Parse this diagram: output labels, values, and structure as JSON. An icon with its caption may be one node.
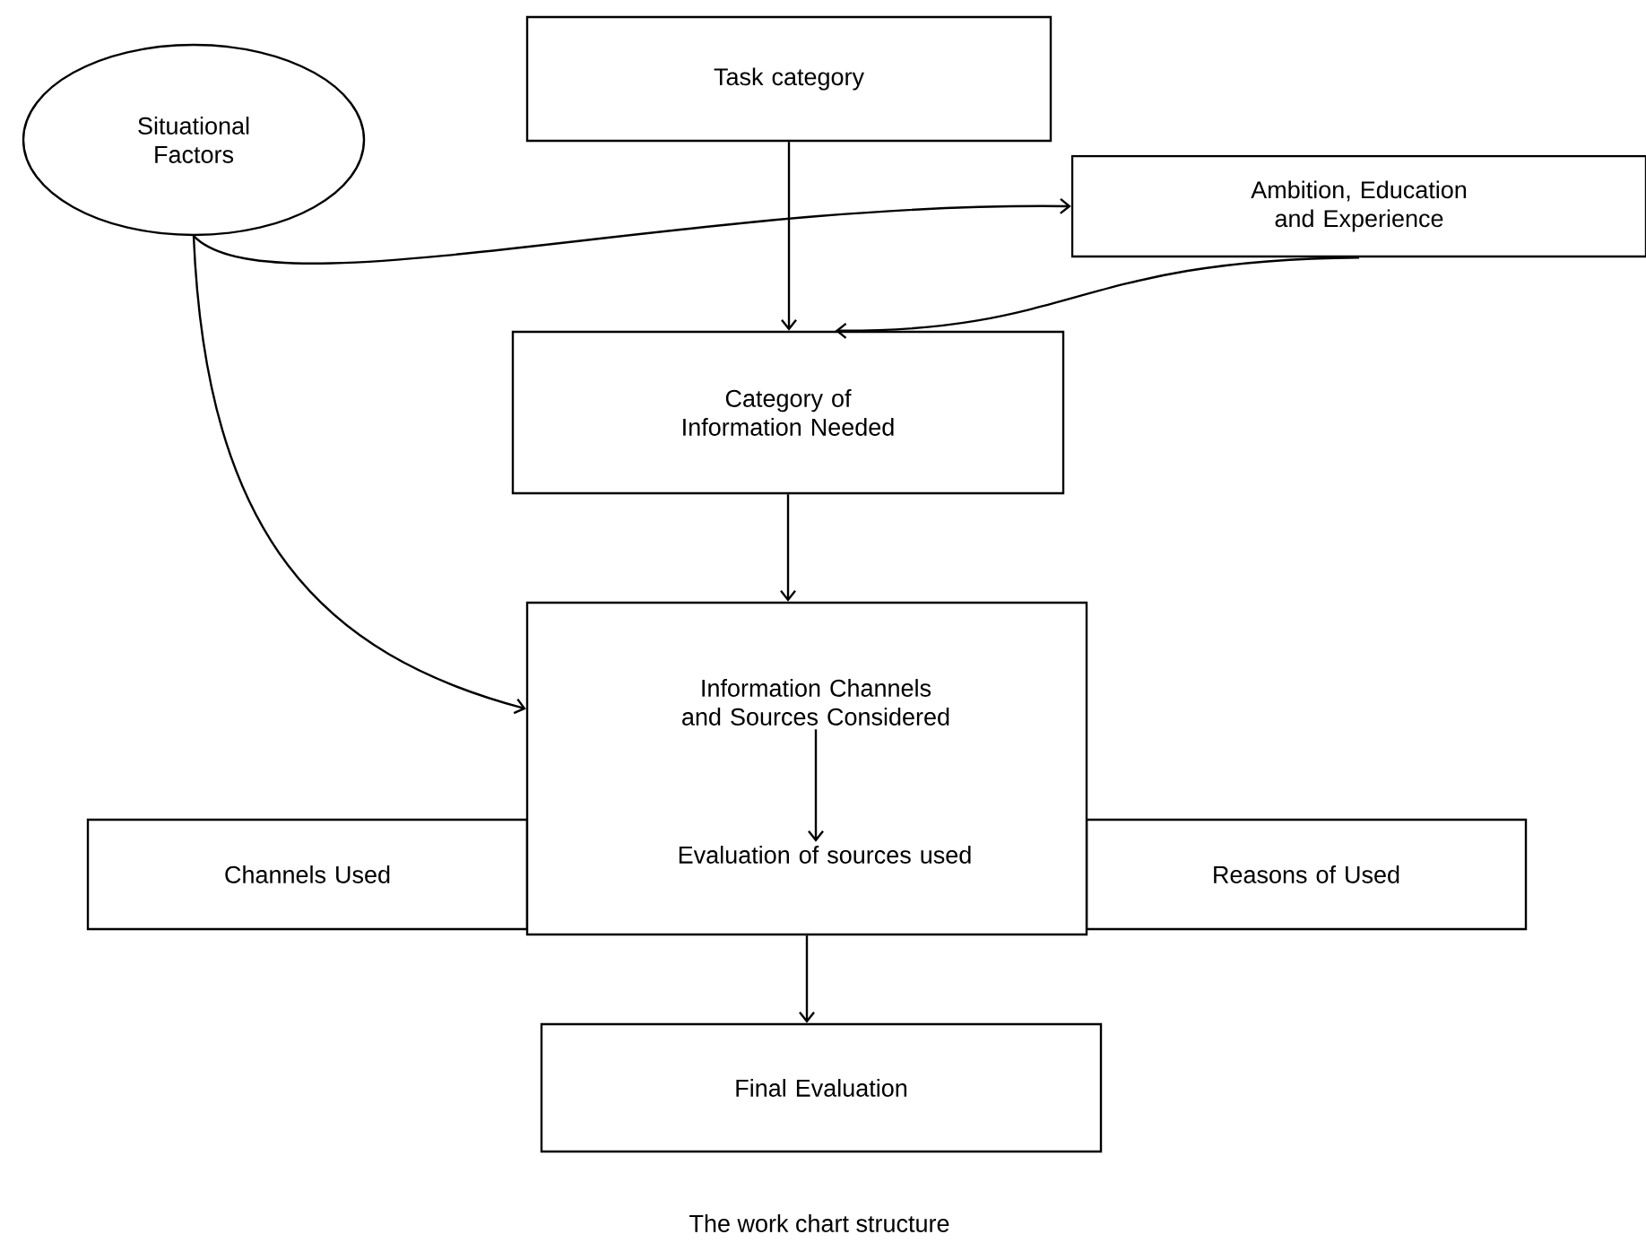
{
  "diagram": {
    "caption": "The work chart structure",
    "nodes": [
      {
        "text": [
          "Situational Factors"
        ]
      },
      {
        "text": [
          "Task category"
        ]
      },
      {
        "text": [
          "Ambition, Education and Experience"
        ]
      },
      {
        "text": [
          "Category of Information Needed"
        ]
      },
      {
        "text": [],
        "shape": "box"
      },
      {
        "text": [
          "Information Channels and Sources Considered"
        ],
        "in": 4
      },
      {
        "text": [
          "Evaluation of sources used"
        ],
        "in": 4
      },
      {
        "text": [
          "Channels Used"
        ]
      },
      {
        "text": [
          "Reasons of Used"
        ]
      },
      {
        "text": [
          "Final Evaluation"
        ]
      }
    ],
    "edges": [
      {
        "from": 0,
        "to": 2,
        "arrow": "to"
      },
      {
        "from": 0,
        "to": 4,
        "arrow": "to"
      },
      {
        "from": 1,
        "to": 3,
        "arrow": "to"
      },
      {
        "from": 2,
        "to": 3,
        "arrow": "to"
      },
      {
        "from": 3,
        "to": 4,
        "arrow": "to"
      },
      {
        "from": 5,
        "to": 6,
        "arrow": "to"
      },
      {
        "from": 4,
        "to": 9,
        "arrow": "to"
      }
    ]
  }
}
